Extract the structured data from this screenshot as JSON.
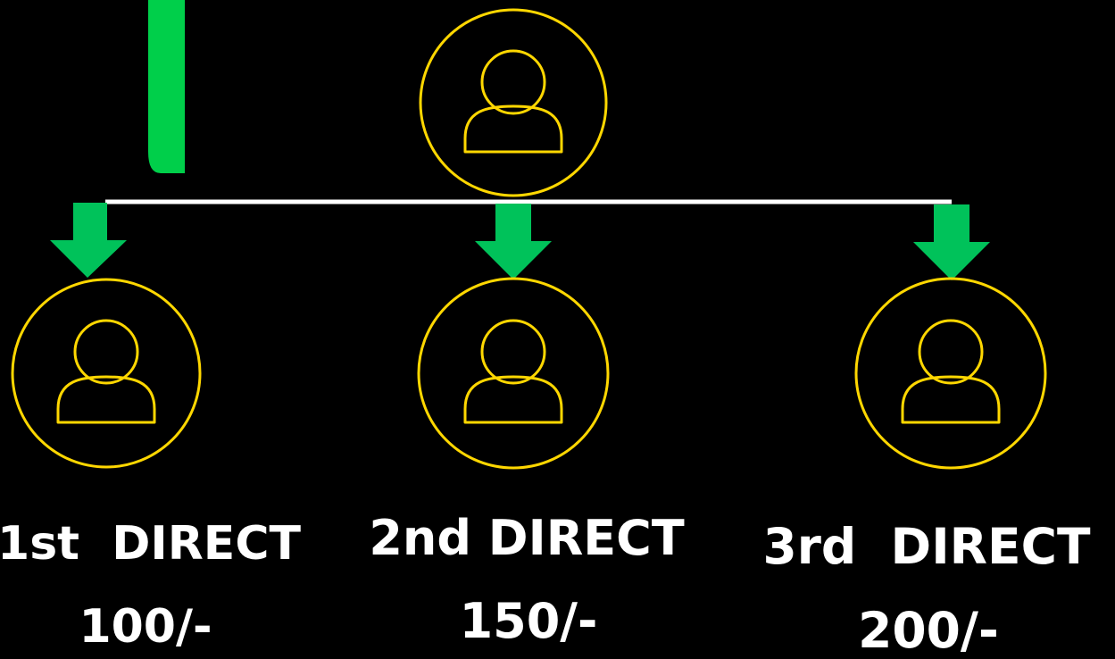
{
  "colors": {
    "background": "#000000",
    "node_outline": "#FFD700",
    "arrow": "#00C25A",
    "bar": "#00CF4A",
    "connector": "#FFFFFF",
    "text": "#FFFFFF"
  },
  "icons": {
    "root": "user-icon",
    "children": "user-icon",
    "arrows": "arrow-down-icon"
  },
  "root": {
    "icon": "user-icon"
  },
  "children": [
    {
      "title": "1st  DIRECT",
      "amount": "100/-"
    },
    {
      "title": "2nd DIRECT",
      "amount": "150/-"
    },
    {
      "title": "3rd  DIRECT",
      "amount": "200/-"
    }
  ]
}
